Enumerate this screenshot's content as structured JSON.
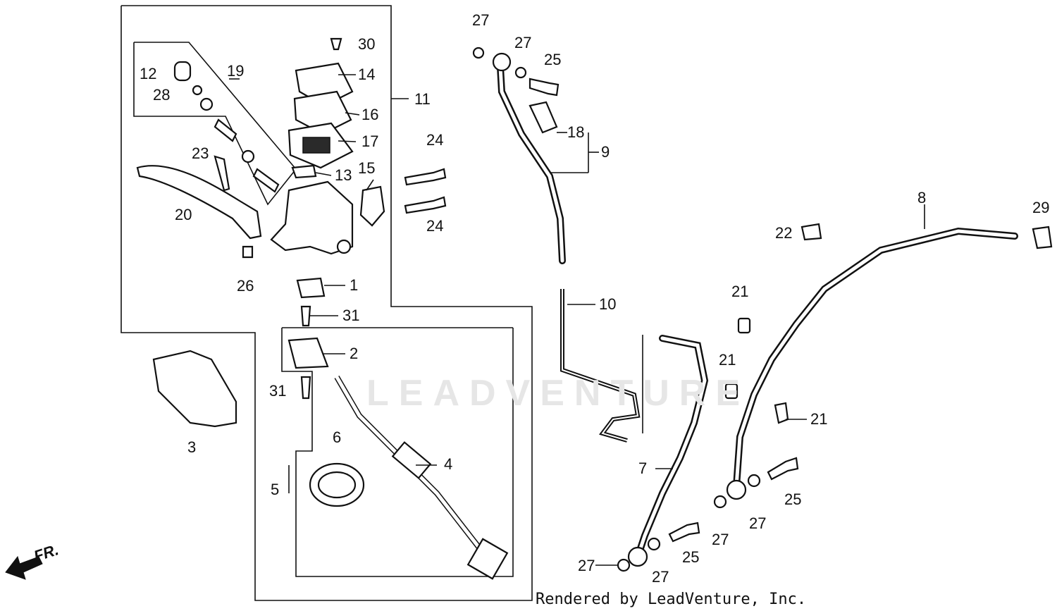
{
  "watermark": "LEADVENTURE",
  "credit": "Rendered by LeadVenture, Inc.",
  "direction_label": "FR.",
  "callouts": [
    {
      "id": "c27a",
      "text": "27"
    },
    {
      "id": "c30",
      "text": "30"
    },
    {
      "id": "c27b",
      "text": "27"
    },
    {
      "id": "c25a",
      "text": "25"
    },
    {
      "id": "c12",
      "text": "12"
    },
    {
      "id": "c19",
      "text": "19"
    },
    {
      "id": "c14",
      "text": "14"
    },
    {
      "id": "c28",
      "text": "28"
    },
    {
      "id": "c11",
      "text": "11"
    },
    {
      "id": "c16",
      "text": "16"
    },
    {
      "id": "c18",
      "text": "18"
    },
    {
      "id": "c17",
      "text": "17"
    },
    {
      "id": "c24a",
      "text": "24"
    },
    {
      "id": "c9",
      "text": "9"
    },
    {
      "id": "c23",
      "text": "23"
    },
    {
      "id": "c13",
      "text": "13"
    },
    {
      "id": "c15",
      "text": "15"
    },
    {
      "id": "c20",
      "text": "20"
    },
    {
      "id": "c24b",
      "text": "24"
    },
    {
      "id": "c8",
      "text": "8"
    },
    {
      "id": "c29",
      "text": "29"
    },
    {
      "id": "c22",
      "text": "22"
    },
    {
      "id": "c26",
      "text": "26"
    },
    {
      "id": "c1",
      "text": "1"
    },
    {
      "id": "c21a",
      "text": "21"
    },
    {
      "id": "c10",
      "text": "10"
    },
    {
      "id": "c31a",
      "text": "31"
    },
    {
      "id": "c2",
      "text": "2"
    },
    {
      "id": "c21b",
      "text": "21"
    },
    {
      "id": "c31b",
      "text": "31"
    },
    {
      "id": "c21c",
      "text": "21"
    },
    {
      "id": "c6",
      "text": "6"
    },
    {
      "id": "c3",
      "text": "3"
    },
    {
      "id": "c4",
      "text": "4"
    },
    {
      "id": "c7",
      "text": "7"
    },
    {
      "id": "c5",
      "text": "5"
    },
    {
      "id": "c25b",
      "text": "25"
    },
    {
      "id": "c27c",
      "text": "27"
    },
    {
      "id": "c27d",
      "text": "27"
    },
    {
      "id": "c25c",
      "text": "25"
    },
    {
      "id": "c27e",
      "text": "27"
    },
    {
      "id": "c27f",
      "text": "27"
    }
  ]
}
